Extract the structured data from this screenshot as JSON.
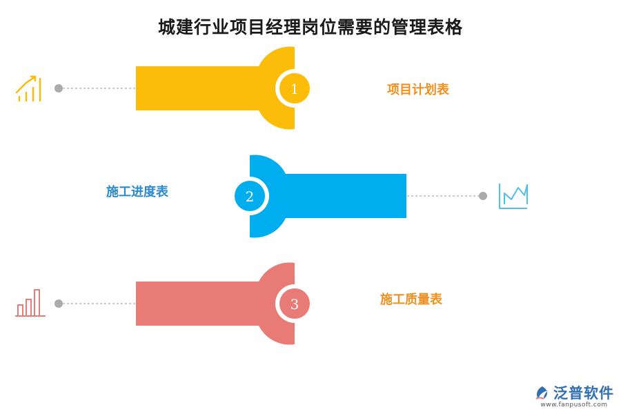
{
  "title": "城建行业项目经理岗位需要的管理表格",
  "colors": {
    "yellow": "#fbbd0a",
    "blue": "#00adee",
    "red": "#e97b77",
    "orange_text": "#f0901e",
    "blue_text": "#2a8ad0",
    "line": "#aaaaaa"
  },
  "items": [
    {
      "number": "1",
      "label": "项目计划表",
      "icon": "growth-bars-icon",
      "color": "#fbbd0a"
    },
    {
      "number": "2",
      "label": "施工进度表",
      "icon": "line-chart-icon",
      "color": "#00adee"
    },
    {
      "number": "3",
      "label": "施工质量表",
      "icon": "bar-chart-icon",
      "color": "#e97b77"
    }
  ],
  "logo": {
    "name": "泛普软件",
    "url": "www.fanpusoft.com"
  }
}
